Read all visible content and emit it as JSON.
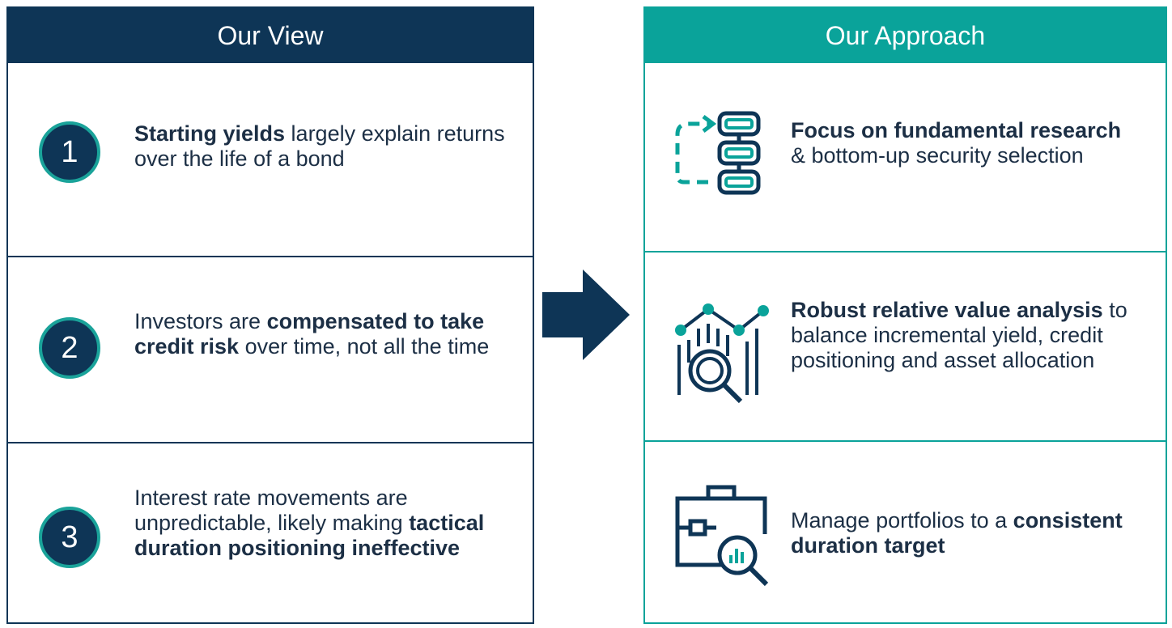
{
  "view": {
    "title": "Our View",
    "items": [
      {
        "number": "1",
        "parts": [
          {
            "b": "Starting yields"
          },
          {
            "t": " largely explain returns over the life of a bond"
          }
        ]
      },
      {
        "number": "2",
        "parts": [
          {
            "t": "Investors are "
          },
          {
            "b": "compensated to take credit risk"
          },
          {
            "t": " over time, not all the time"
          }
        ]
      },
      {
        "number": "3",
        "parts": [
          {
            "t": "Interest rate movements are unpredictable, likely making "
          },
          {
            "b": "tactical duration positioning ineffective"
          }
        ]
      }
    ]
  },
  "approach": {
    "title": "Our Approach",
    "items": [
      {
        "icon": "flowchart-icon",
        "parts": [
          {
            "b": "Focus on fundamental research"
          },
          {
            "t": " & bottom-up security selection"
          }
        ]
      },
      {
        "icon": "chart-magnifier-icon",
        "parts": [
          {
            "b": "Robust relative value analysis"
          },
          {
            "t": " to balance incremental yield, credit positioning and asset allocation"
          }
        ]
      },
      {
        "icon": "briefcase-magnifier-icon",
        "parts": [
          {
            "t": "Manage portfolios to a "
          },
          {
            "b": "consistent duration target"
          }
        ]
      }
    ]
  },
  "colors": {
    "navy": "#0e3556",
    "teal": "#0aa39a"
  }
}
